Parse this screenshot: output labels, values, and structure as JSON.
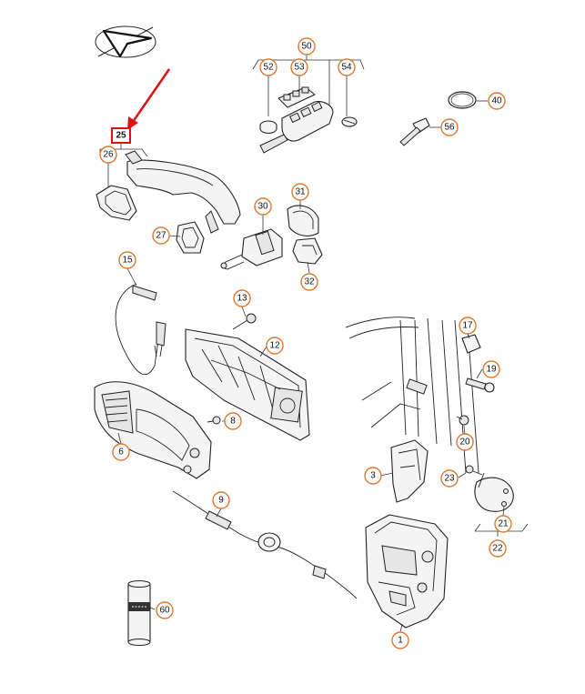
{
  "callouts": [
    {
      "id": "c1",
      "label": "1"
    },
    {
      "id": "c3",
      "label": "3"
    },
    {
      "id": "c6",
      "label": "6"
    },
    {
      "id": "c8",
      "label": "8"
    },
    {
      "id": "c9",
      "label": "9"
    },
    {
      "id": "c12",
      "label": "12"
    },
    {
      "id": "c13",
      "label": "13"
    },
    {
      "id": "c15",
      "label": "15"
    },
    {
      "id": "c17",
      "label": "17"
    },
    {
      "id": "c19",
      "label": "19"
    },
    {
      "id": "c20",
      "label": "20"
    },
    {
      "id": "c21",
      "label": "21"
    },
    {
      "id": "c22",
      "label": "22"
    },
    {
      "id": "c23",
      "label": "23"
    },
    {
      "id": "c26",
      "label": "26"
    },
    {
      "id": "c27",
      "label": "27"
    },
    {
      "id": "c30",
      "label": "30"
    },
    {
      "id": "c31",
      "label": "31"
    },
    {
      "id": "c32",
      "label": "32"
    },
    {
      "id": "c40",
      "label": "40"
    },
    {
      "id": "c50",
      "label": "50"
    },
    {
      "id": "c52",
      "label": "52"
    },
    {
      "id": "c53",
      "label": "53"
    },
    {
      "id": "c54",
      "label": "54"
    },
    {
      "id": "c56",
      "label": "56"
    },
    {
      "id": "c60",
      "label": "60"
    }
  ],
  "highlight": {
    "label": "25"
  },
  "colors": {
    "callout_ring": "#e0782f",
    "highlight": "#e01010",
    "arrow": "#e01010"
  }
}
